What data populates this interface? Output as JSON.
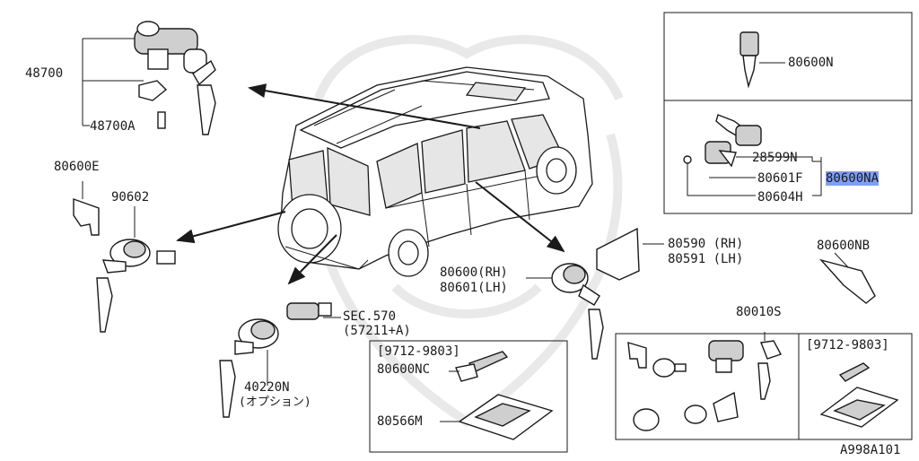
{
  "labels": {
    "p48700": "48700",
    "p48700a": "48700A",
    "p80600e": "80600E",
    "p90602": "90602",
    "p80600rh": "80600(RH)",
    "p80601lh": "80601(LH)",
    "p80590rh": "80590 (RH)",
    "p80591lh": "80591 (LH)",
    "sec570": "SEC.570",
    "sec570sub": "(57211+A)",
    "p40220n": "40220N",
    "p40220n_sub": "(オプション)",
    "p80600n": "80600N",
    "p28599n": "28599N",
    "p80601f": "80601F",
    "p80600na": "80600NA",
    "p80604h": "80604H",
    "p80600nb": "80600NB",
    "p80010s": "80010S",
    "range1": "[9712-9803]",
    "p80600nc": "80600NC",
    "p80566m": "80566M",
    "range2": "[9712-9803]",
    "figure_code": "A998A101"
  },
  "colors": {
    "line": "#1a1a1a",
    "highlight": "#7f9ff5",
    "watermark": "#e9e9e9"
  }
}
